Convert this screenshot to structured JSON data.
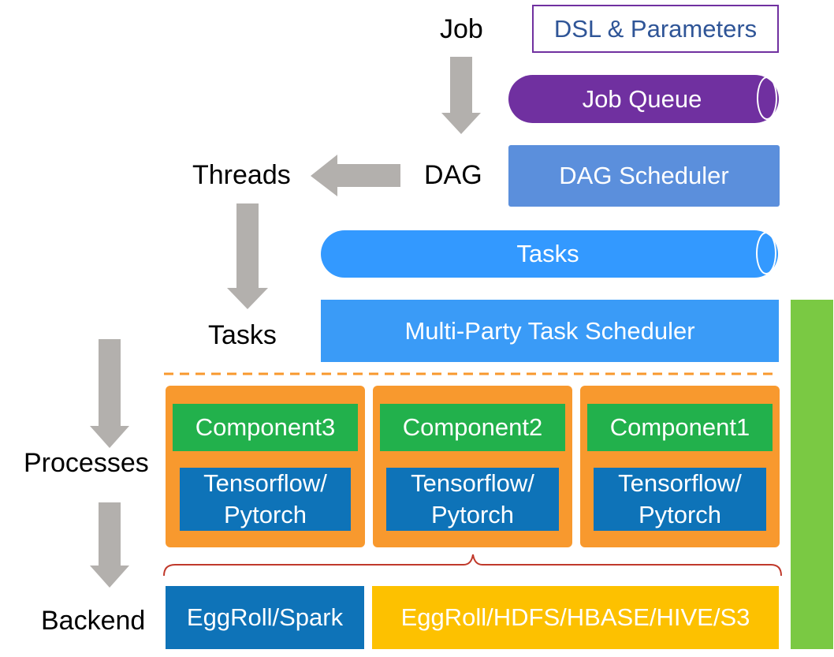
{
  "flow_labels": {
    "job": "Job",
    "dag": "DAG",
    "threads": "Threads",
    "tasks": "Tasks",
    "processes": "Processes",
    "backend": "Backend"
  },
  "boxes": {
    "dsl_params": "DSL & Parameters",
    "job_queue": "Job Queue",
    "dag_scheduler": "DAG Scheduler",
    "tasks_queue": "Tasks",
    "multi_party_scheduler": "Multi-Party Task Scheduler",
    "backend_compute": "EggRoll/Spark",
    "backend_storage": "EggRoll/HDFS/HBASE/HIVE/S3"
  },
  "components": [
    {
      "name": "Component3",
      "framework_line1": "Tensorflow/",
      "framework_line2": "Pytorch"
    },
    {
      "name": "Component2",
      "framework_line1": "Tensorflow/",
      "framework_line2": "Pytorch"
    },
    {
      "name": "Component1",
      "framework_line1": "Tensorflow/",
      "framework_line2": "Pytorch"
    }
  ],
  "colors": {
    "arrow": "#b3b0ad",
    "dsl_border": "#7030a0",
    "dsl_text": "#2f5597",
    "job_queue": "#7030a0",
    "dag_scheduler": "#5b8fdc",
    "tasks_queue": "#3399ff",
    "multi_party": "#3a9bf7",
    "stack_orange": "#f8992e",
    "component_green": "#22b14c",
    "framework_blue": "#0e73b8",
    "backend_blue": "#0e73b8",
    "backend_yellow": "#fdc100",
    "side_green": "#7ac943",
    "dashed": "#f8992e",
    "brace": "#c0392b"
  }
}
